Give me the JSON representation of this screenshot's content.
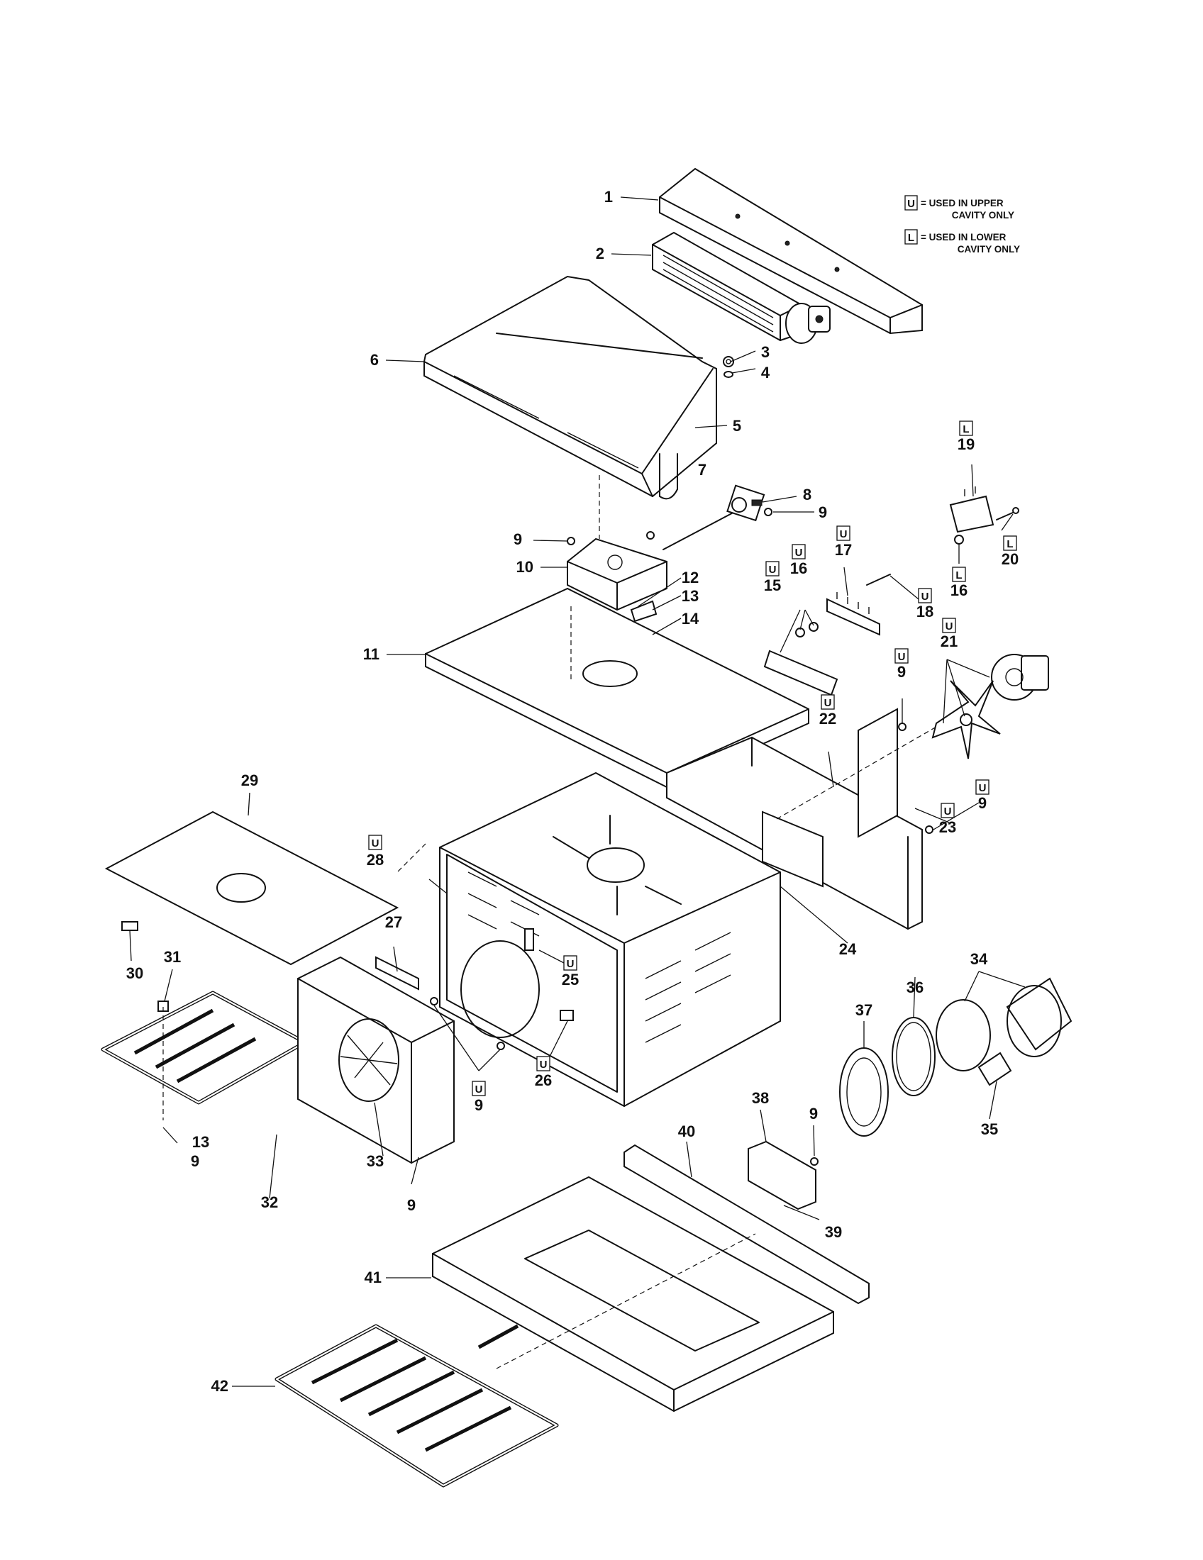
{
  "legend": [
    {
      "tag": "U",
      "text_line1": "= USED IN UPPER",
      "text_line2": "CAVITY ONLY"
    },
    {
      "tag": "L",
      "text_line1": "= USED IN LOWER",
      "text_line2": "CAVITY ONLY"
    }
  ],
  "callouts": [
    {
      "id": "c1",
      "label": "1",
      "tag": ""
    },
    {
      "id": "c2",
      "label": "2",
      "tag": ""
    },
    {
      "id": "c3",
      "label": "3",
      "tag": ""
    },
    {
      "id": "c4",
      "label": "4",
      "tag": ""
    },
    {
      "id": "c5",
      "label": "5",
      "tag": ""
    },
    {
      "id": "c6",
      "label": "6",
      "tag": ""
    },
    {
      "id": "c7",
      "label": "7",
      "tag": ""
    },
    {
      "id": "c8",
      "label": "8",
      "tag": ""
    },
    {
      "id": "c9a",
      "label": "9",
      "tag": ""
    },
    {
      "id": "c9b",
      "label": "9",
      "tag": ""
    },
    {
      "id": "c10",
      "label": "10",
      "tag": ""
    },
    {
      "id": "c11",
      "label": "11",
      "tag": ""
    },
    {
      "id": "c12",
      "label": "12",
      "tag": ""
    },
    {
      "id": "c13a",
      "label": "13",
      "tag": ""
    },
    {
      "id": "c14",
      "label": "14",
      "tag": ""
    },
    {
      "id": "c15",
      "label": "15",
      "tag": "U"
    },
    {
      "id": "c16a",
      "label": "16",
      "tag": "U"
    },
    {
      "id": "c17",
      "label": "17",
      "tag": "U"
    },
    {
      "id": "c18",
      "label": "18",
      "tag": "U"
    },
    {
      "id": "c19",
      "label": "19",
      "tag": "L"
    },
    {
      "id": "c20",
      "label": "20",
      "tag": "L"
    },
    {
      "id": "c16b",
      "label": "16",
      "tag": "L"
    },
    {
      "id": "c21",
      "label": "21",
      "tag": "U"
    },
    {
      "id": "c9c",
      "label": "9",
      "tag": "U"
    },
    {
      "id": "c22",
      "label": "22",
      "tag": "U"
    },
    {
      "id": "c9d",
      "label": "9",
      "tag": "U"
    },
    {
      "id": "c23",
      "label": "23",
      "tag": "U"
    },
    {
      "id": "c24",
      "label": "24",
      "tag": ""
    },
    {
      "id": "c25",
      "label": "25",
      "tag": "U"
    },
    {
      "id": "c26",
      "label": "26",
      "tag": "U"
    },
    {
      "id": "c27",
      "label": "27",
      "tag": ""
    },
    {
      "id": "c28",
      "label": "28",
      "tag": "U"
    },
    {
      "id": "c29",
      "label": "29",
      "tag": ""
    },
    {
      "id": "c30",
      "label": "30",
      "tag": ""
    },
    {
      "id": "c31",
      "label": "31",
      "tag": ""
    },
    {
      "id": "c32",
      "label": "32",
      "tag": ""
    },
    {
      "id": "c13b",
      "label": "13",
      "tag": ""
    },
    {
      "id": "c9e",
      "label": "9",
      "tag": ""
    },
    {
      "id": "c33",
      "label": "33",
      "tag": ""
    },
    {
      "id": "c9f",
      "label": "9",
      "tag": ""
    },
    {
      "id": "c9g",
      "label": "9",
      "tag": "U"
    },
    {
      "id": "c34",
      "label": "34",
      "tag": ""
    },
    {
      "id": "c35",
      "label": "35",
      "tag": ""
    },
    {
      "id": "c36",
      "label": "36",
      "tag": ""
    },
    {
      "id": "c37",
      "label": "37",
      "tag": ""
    },
    {
      "id": "c38",
      "label": "38",
      "tag": ""
    },
    {
      "id": "c9h",
      "label": "9",
      "tag": ""
    },
    {
      "id": "c39",
      "label": "39",
      "tag": ""
    },
    {
      "id": "c40",
      "label": "40",
      "tag": ""
    },
    {
      "id": "c41",
      "label": "41",
      "tag": ""
    },
    {
      "id": "c42",
      "label": "42",
      "tag": ""
    }
  ]
}
